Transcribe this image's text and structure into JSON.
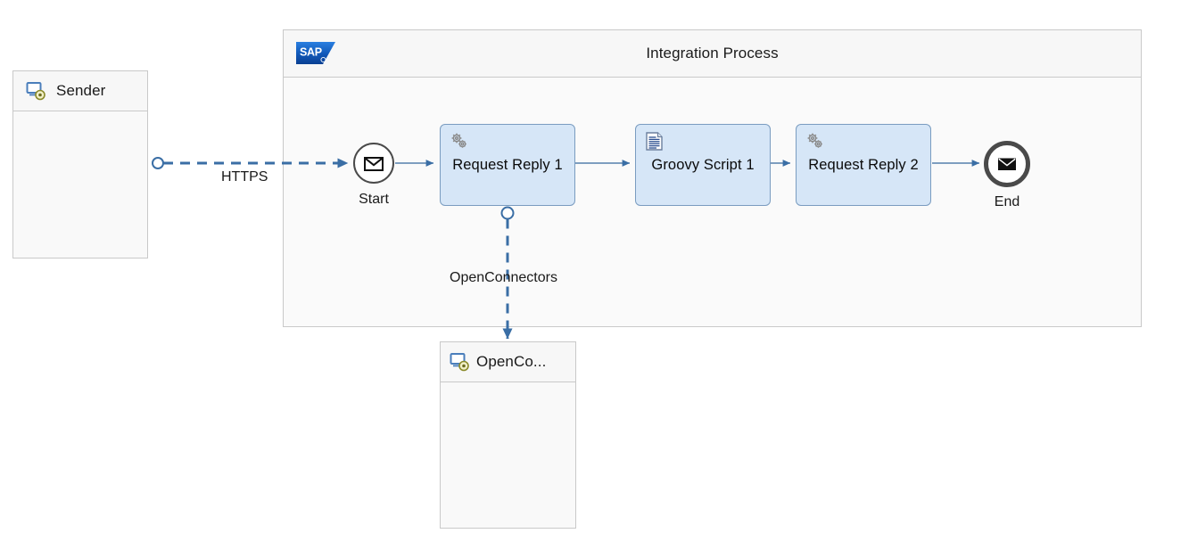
{
  "diagram": {
    "type": "bpmn-integration-flow",
    "colors": {
      "task_fill": "#d6e6f7",
      "task_border": "#7a9cc0",
      "flow_blue": "#3a6ea5",
      "message_flow_blue": "#3a6ea5",
      "event_border": "#4a4a4a",
      "pool_border": "#c9c9c9",
      "pool_fill": "#fafafa",
      "sap_blue": "#1a5ec4"
    }
  },
  "sender_participant": {
    "title": "Sender",
    "icon": "sender-system-icon"
  },
  "process_pool": {
    "title": "Integration Process",
    "logo": "sap-logo"
  },
  "receiver_participant": {
    "title": "OpenCo...",
    "icon": "receiver-system-icon"
  },
  "events": [
    {
      "id": "start",
      "label": "Start",
      "icon": "envelope-icon",
      "kind": "message-start-event"
    },
    {
      "id": "end",
      "label": "End",
      "icon": "envelope-icon",
      "kind": "message-end-event"
    }
  ],
  "tasks": [
    {
      "id": "request-reply-1",
      "label": "Request Reply 1",
      "icon": "gears-icon"
    },
    {
      "id": "groovy-script-1",
      "label": "Groovy Script 1",
      "icon": "script-document-icon"
    },
    {
      "id": "request-reply-2",
      "label": "Request Reply 2",
      "icon": "gears-icon"
    }
  ],
  "message_flows": [
    {
      "id": "https-flow",
      "label": "HTTPS",
      "from": "sender-participant",
      "to": "start-event"
    },
    {
      "id": "openconnectors-flow",
      "label": "OpenConnectors",
      "from": "request-reply-1",
      "to": "receiver-participant"
    }
  ],
  "sequence_flows": [
    {
      "from": "start",
      "to": "request-reply-1"
    },
    {
      "from": "request-reply-1",
      "to": "groovy-script-1"
    },
    {
      "from": "groovy-script-1",
      "to": "request-reply-2"
    },
    {
      "from": "request-reply-2",
      "to": "end"
    }
  ]
}
